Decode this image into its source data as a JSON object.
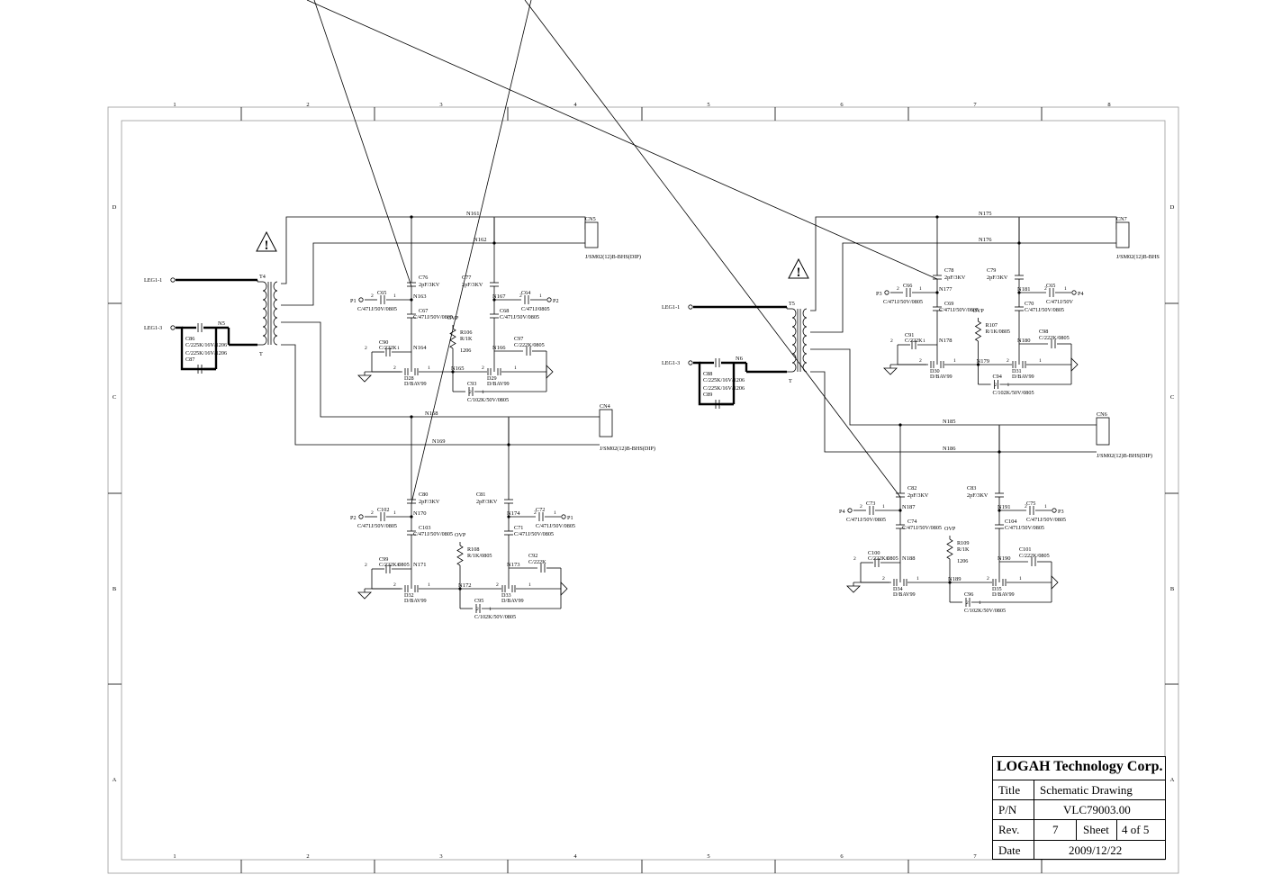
{
  "grid": {
    "cols": [
      "1",
      "2",
      "3",
      "4",
      "5",
      "6",
      "7",
      "8"
    ],
    "rows": [
      "D",
      "C",
      "B",
      "A"
    ]
  },
  "title_block": {
    "company": "LOGAH Technology Corp.",
    "title_label": "Title",
    "title_value": "Schematic Drawing",
    "pn_label": "P/N",
    "pn_value": "VLC79003.00",
    "rev_label": "Rev.",
    "rev_value": "7",
    "sheet_label": "Sheet",
    "sheet_value": "4  of  5",
    "date_label": "Date",
    "date_value": "2009/12/22"
  },
  "left": {
    "transformer": "T4",
    "t_bottom": "T",
    "in1": "LEG1-1",
    "in2": "LEG1-3",
    "in_net": "N5",
    "c86": "C86",
    "c86v": "C/225K/16V/1206",
    "c87": "C87",
    "c87v": "C/225K/16V/1206",
    "top_net1": "N161",
    "top_net2": "N162",
    "cn_top": "CN5",
    "cn_top_pn": "J/SM02(12)B-BHS(DIP)",
    "bot_net1": "N168",
    "bot_net2": "N169",
    "cn_bot": "CN4",
    "cn_bot_pn": "J/SM02(12)B-BHS(DIP)",
    "ovp": "OVP",
    "up": {
      "ca": "C76",
      "cav": "2pF/3KV",
      "cb": "C77",
      "cbv": "2pF/3KV",
      "cc": "C65",
      "ccv": "C/471J/50V/0805",
      "cd": "C64",
      "cdv": "C/471J/0805",
      "ce": "C67",
      "cev": "C/471J/50V/0805",
      "cf": "C68",
      "cfv": "C/471J/50V/0805",
      "cg": "C90",
      "cgv": "C/222K",
      "ch": "C97",
      "chv": "C/222K/0805",
      "ci": "C93",
      "civ": "C/102K/50V/0805",
      "r": "R106",
      "rv": "R/1K",
      "rs": "1206",
      "na": "N163",
      "nb": "N167",
      "nc": "N164",
      "nd": "N166",
      "ne": "N165",
      "da": "D28",
      "dav": "D/BAV99",
      "db": "D29",
      "dbv": "D/BAV99",
      "pa": "P1",
      "pb": "P2"
    },
    "dn": {
      "ca": "C80",
      "cav": "2pF/3KV",
      "cb": "C81",
      "cbv": "2pF/3KV",
      "cc": "C102",
      "ccv": "C/471J/50V/0805",
      "cd": "C72",
      "cdv": "C/471J/50V/0805",
      "ce": "C103",
      "cev": "C/471J/50V/0805",
      "cf": "C71",
      "cfv": "C/471J/50V/0805",
      "cg": "C99",
      "cgv": "C/222K/0805",
      "ch": "C92",
      "chv": "C/222K",
      "ci": "C95",
      "civ": "C/102K/50V/0805",
      "r": "R108",
      "rv": "R/1K/0805",
      "rs": "",
      "na": "N170",
      "nb": "N174",
      "nc": "N171",
      "nd": "N173",
      "ne": "N172",
      "da": "D32",
      "dav": "D/BAV99",
      "db": "D33",
      "dbv": "D/BAV99",
      "pa": "P2",
      "pb": "P1"
    }
  },
  "right": {
    "transformer": "T5",
    "t_bottom": "T",
    "in1": "LEG1-1",
    "in2": "LEG1-3",
    "in_net": "N6",
    "c86": "C88",
    "c86v": "C/225K/16V/1206",
    "c87": "C89",
    "c87v": "C/225K/16V/1206",
    "top_net1": "N175",
    "top_net2": "N176",
    "cn_top": "CN7",
    "cn_top_pn": "J/SM02(12)B-BHS",
    "bot_net1": "N185",
    "bot_net2": "N186",
    "cn_bot": "CN6",
    "cn_bot_pn": "J/SM02(12)B-BHS(DIP)",
    "ovp": "OVP",
    "up": {
      "ca": "C78",
      "cav": "2pF/3KV",
      "cb": "C79",
      "cbv": "2pF/3KV",
      "cc": "C66",
      "ccv": "C/471J/50V/0805",
      "cd": "C65",
      "cdv": "C/471J/50V",
      "ce": "C69",
      "cev": "C/471J/50V/0805",
      "cf": "C70",
      "cfv": "C/471J/50V/0805",
      "cg": "C91",
      "cgv": "C/222K",
      "ch": "C98",
      "chv": "C/222K/0805",
      "ci": "C94",
      "civ": "C/102K/50V/0805",
      "r": "R107",
      "rv": "R/1K/0805",
      "rs": "",
      "na": "N177",
      "nb": "N181",
      "nc": "N178",
      "nd": "N180",
      "ne": "N179",
      "da": "D30",
      "dav": "D/BAV99",
      "db": "D31",
      "dbv": "D/BAV99",
      "pa": "P3",
      "pb": "P4"
    },
    "dn": {
      "ca": "C82",
      "cav": "2pF/3KV",
      "cb": "C83",
      "cbv": "2pF/3KV",
      "cc": "C73",
      "ccv": "C/471J/50V/0805",
      "cd": "C75",
      "cdv": "C/471J/50V/0805",
      "ce": "C74",
      "cev": "C/471J/50V/0805",
      "cf": "C104",
      "cfv": "C/471J/50V/0805",
      "cg": "C100",
      "cgv": "C/222K/0805",
      "ch": "C101",
      "chv": "C/222K/0805",
      "ci": "C96",
      "civ": "C/102K/50V/0805",
      "r": "R109",
      "rv": "R/1K",
      "rs": "1206",
      "na": "N187",
      "nb": "N191",
      "nc": "N188",
      "nd": "N190",
      "ne": "N189",
      "da": "D34",
      "dav": "D/BAV99",
      "db": "D35",
      "dbv": "D/BAV99",
      "pa": "P4",
      "pb": "P3"
    }
  }
}
